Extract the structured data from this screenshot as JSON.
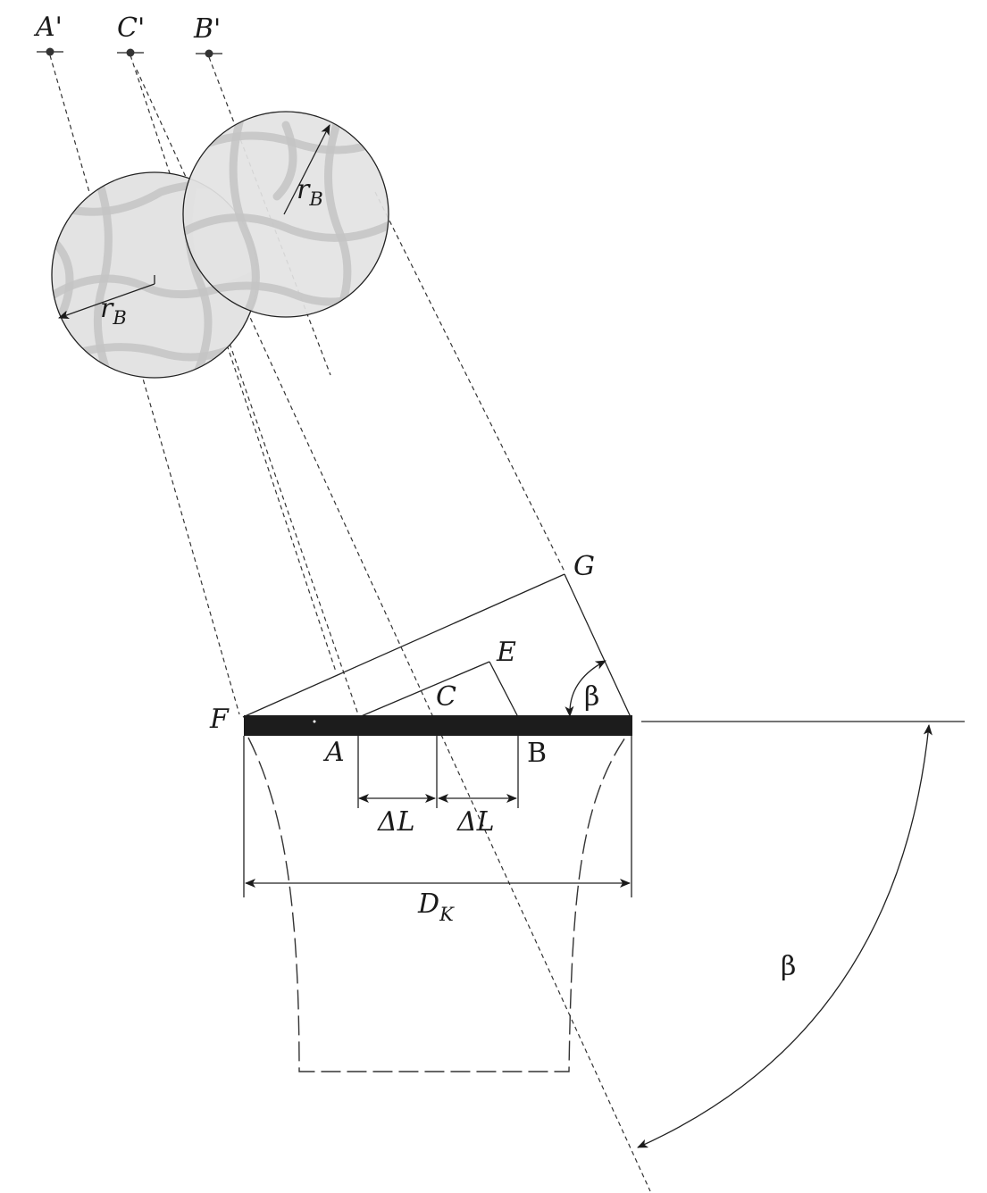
{
  "labels": {
    "a_prime": "A'",
    "c_prime": "C'",
    "b_prime": "B'",
    "r": "r",
    "r_sub": "B",
    "g": "G",
    "e": "E",
    "c": "C",
    "f": "F",
    "a": "A",
    "b": "B",
    "beta": "β",
    "delta_l": "ΔL",
    "d": "D",
    "d_sub": "K"
  },
  "colors": {
    "ink": "#1a1a1a",
    "bar": "#1c1c1c",
    "ball_fill": "#e3e3e3",
    "ball_texture": "#c4c4c4"
  }
}
